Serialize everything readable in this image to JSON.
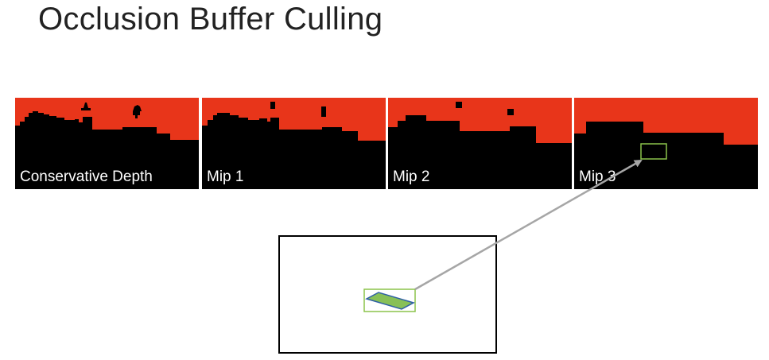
{
  "slide": {
    "title": "Occlusion Buffer Culling"
  },
  "panels": [
    {
      "label": "Conservative Depth"
    },
    {
      "label": "Mip 1"
    },
    {
      "label": "Mip 2"
    },
    {
      "label": "Mip 3"
    }
  ],
  "colors": {
    "sky": "#e8351a",
    "depth": "#000000",
    "bounds_fill": "#88c057",
    "bounds_stroke": "#2e5fa5",
    "bbox_outline": "#8bc34a",
    "arrow": "#a6a6a6",
    "viewport_border": "#000000"
  }
}
